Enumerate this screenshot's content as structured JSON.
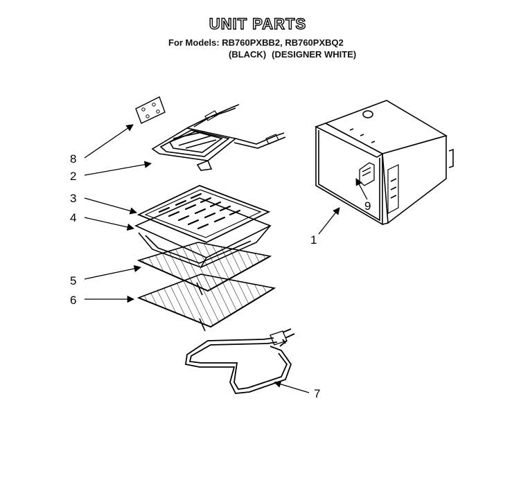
{
  "header": {
    "title": "UNIT PARTS",
    "models_line": "For Models: RB760PXBB2, RB760PXBQ2",
    "variant_black": "(BLACK)",
    "variant_white": "(DESIGNER WHITE)"
  },
  "callouts": [
    "8",
    "2",
    "3",
    "4",
    "5",
    "6",
    "7",
    "9",
    "1"
  ]
}
